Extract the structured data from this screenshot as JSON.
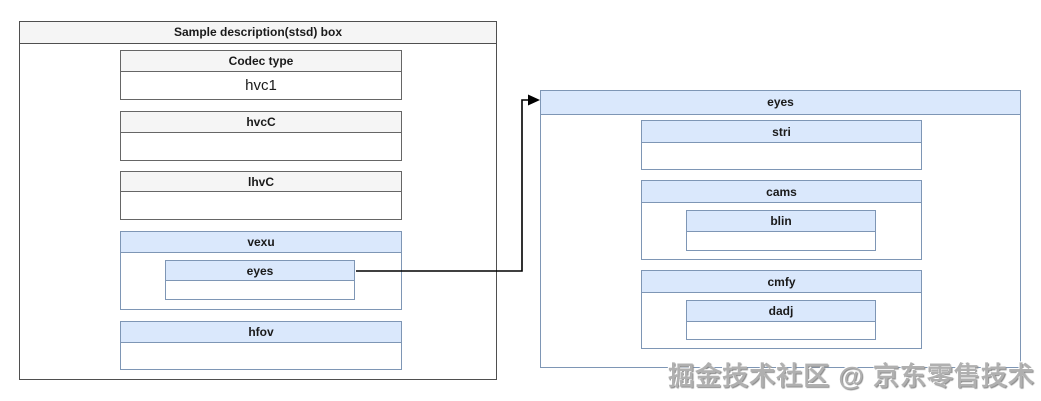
{
  "diagram": {
    "left_panel": {
      "title": "Sample description(stsd) box",
      "boxes": [
        {
          "label": "Codec type",
          "value": "hvc1",
          "style": "gray"
        },
        {
          "label": "hvcC",
          "value": "",
          "style": "gray"
        },
        {
          "label": "lhvC",
          "value": "",
          "style": "gray"
        },
        {
          "label": "vexu",
          "value": "",
          "style": "blue",
          "children": [
            {
              "label": "eyes",
              "value": "",
              "style": "blue"
            }
          ]
        },
        {
          "label": "hfov",
          "value": "",
          "style": "blue"
        }
      ]
    },
    "right_panel": {
      "title": "eyes",
      "boxes": [
        {
          "label": "stri",
          "value": "",
          "style": "blue"
        },
        {
          "label": "cams",
          "value": "",
          "style": "blue",
          "children": [
            {
              "label": "blin",
              "value": "",
              "style": "blue"
            }
          ]
        },
        {
          "label": "cmfy",
          "value": "",
          "style": "blue",
          "children": [
            {
              "label": "dadj",
              "value": "",
              "style": "blue"
            }
          ]
        }
      ]
    },
    "connector": {
      "from": "vexu.eyes",
      "to": "eyes"
    },
    "watermark": "掘金技术社区 @ 京东零售技术",
    "colors": {
      "blue_fill": "#dae8fc",
      "gray_fill": "#f5f5f5",
      "blue_border": "#7e96b5",
      "gray_border": "#666666",
      "outer_border": "#4f4f4f",
      "connector": "#000000"
    }
  }
}
